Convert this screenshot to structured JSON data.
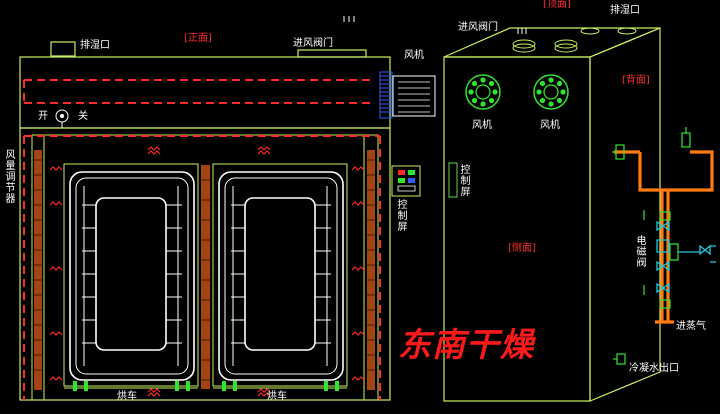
{
  "colors": {
    "background": "#000000",
    "outline": "#ffffff",
    "frame": "#c8f060",
    "panel_green": "#5fd64a",
    "fan_green": "#2ee62e",
    "air_red": "#ff2a2a",
    "steam_orange": "#ff7a10",
    "valve_cyan": "#20c8e0",
    "heater_orange": "#c05018",
    "motor_blue": "#2a5cff"
  },
  "front_view": {
    "view_label": "[正面]",
    "exhaust_label": "排湿口",
    "inlet_label": "进风阀门",
    "fan_label": "风机",
    "switch_on": "开",
    "switch_off": "关",
    "regulator_label": "风量调节器",
    "control_label": "控制屏",
    "cart_left_label": "烘车",
    "cart_right_label": "烘车"
  },
  "side_view": {
    "top_label": "[顶面]",
    "back_label": "[背面]",
    "side_label": "[侧面]",
    "inlet_label": "进风阀门",
    "exhaust_label": "排湿口",
    "fan_left_label": "风机",
    "fan_right_label": "风机",
    "control_label": "控制屏",
    "valve_label": "电磁阀",
    "steam_label": "进蒸气",
    "condensate_label": "冷凝水出口"
  },
  "brand": "东南干燥"
}
